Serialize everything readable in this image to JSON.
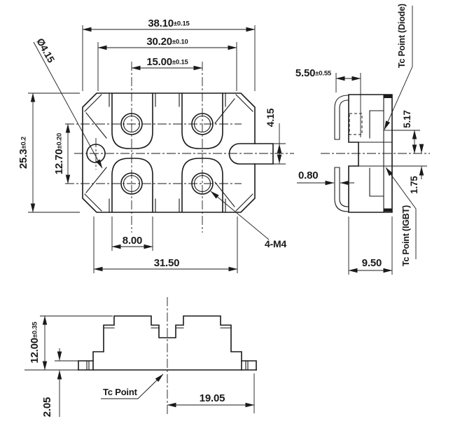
{
  "colors": {
    "line": "#1a1a1a",
    "background": "#ffffff"
  },
  "views": {
    "top": {
      "width_overall": {
        "v": "38.10",
        "t": "±0.15"
      },
      "width_inner": {
        "v": "30.20",
        "t": "±0.10"
      },
      "hole_pitch_x": {
        "v": "15.00",
        "t": "±0.15"
      },
      "height_overall": {
        "v": "25.3",
        "t": "±0.2"
      },
      "hole_pitch_y": {
        "v": "12.70",
        "t": "±0.20"
      },
      "pad_width": "8.00",
      "width_lower": "31.50",
      "corner_hole": "Ø4.15",
      "tab_width": "4.15",
      "mount_holes": "4-M4"
    },
    "side": {
      "lead_span": {
        "v": "5.50",
        "t": "±0.55"
      },
      "lead_thickness": "0.80",
      "body_depth": "9.50",
      "tc_diode_offset": "5.17",
      "tc_igbt_offset": "1.75",
      "tc_diode_label": "Tc Point (Diode)",
      "tc_igbt_label": "Tc Point (IGBT)"
    },
    "front": {
      "height_overall": {
        "v": "12.00",
        "t": "±0.35"
      },
      "base_height": "2.05",
      "tc_offset": "19.05",
      "tc_label": "Tc Point"
    }
  }
}
